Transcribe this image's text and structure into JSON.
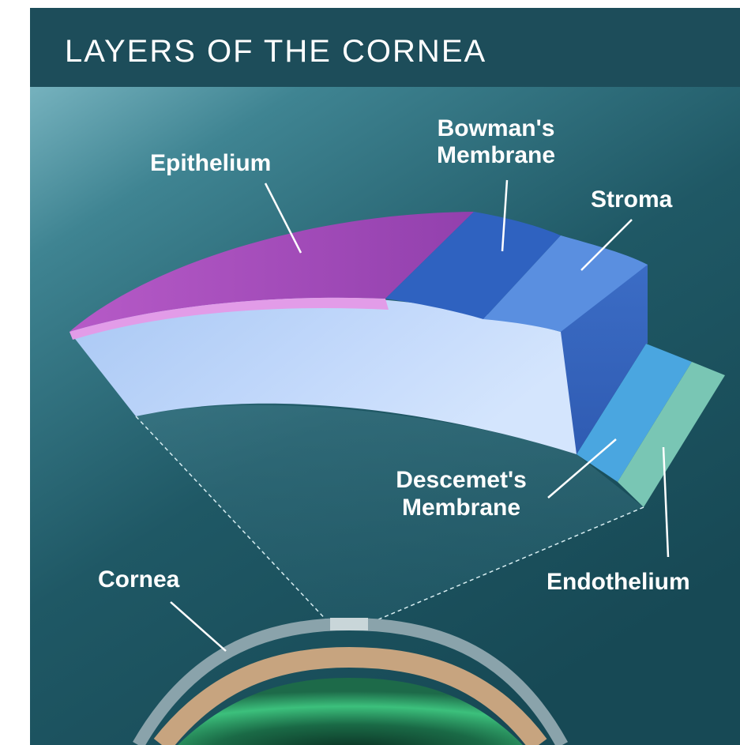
{
  "title": "LAYERS OF THE CORNEA",
  "labels": {
    "epithelium": "Epithelium",
    "bowmans_line1": "Bowman's",
    "bowmans_line2": "Membrane",
    "stroma": "Stroma",
    "descemets_line1": "Descemet's",
    "descemets_line2": "Membrane",
    "endothelium": "Endothelium",
    "cornea": "Cornea"
  },
  "colors": {
    "header_bg": "#1d4d5a",
    "epithelium": "#a050b8",
    "bowmans": "#3566c4",
    "stroma": "#c6dafb",
    "descemets": "#4aa6e0",
    "endothelium": "#79c6b4",
    "iris": "#2fa06a"
  }
}
